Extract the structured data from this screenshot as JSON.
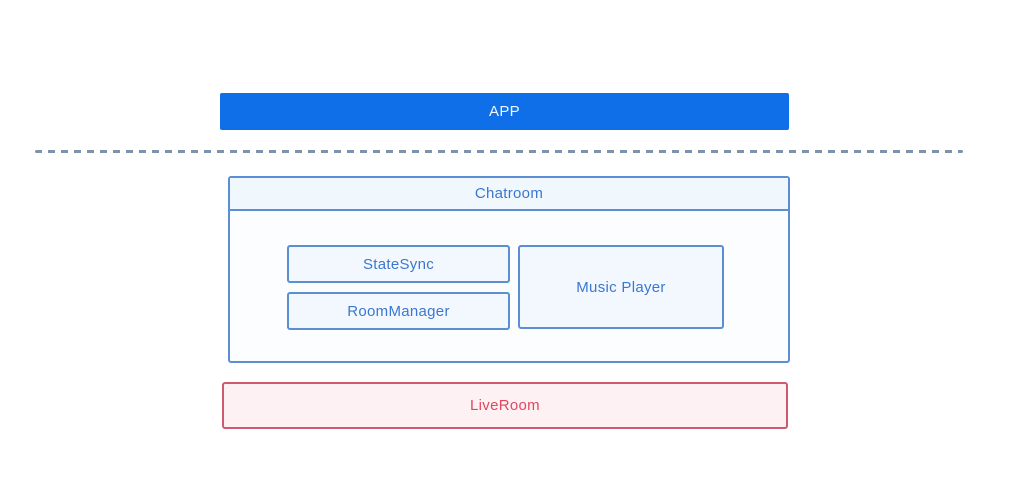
{
  "diagram": {
    "app": {
      "label": "APP"
    },
    "chatroom": {
      "label": "Chatroom",
      "children": [
        {
          "label": "StateSync"
        },
        {
          "label": "RoomManager"
        },
        {
          "label": "Music Player"
        }
      ]
    },
    "liveroom": {
      "label": "LiveRoom"
    },
    "colors": {
      "background": "#ffffff",
      "app_fill": "#0e6fe8",
      "app_text": "#f2f7ff",
      "blue_border": "#5b8ed2",
      "blue_text": "#3b77d1",
      "box_fill": "#f2f8fd",
      "chatroom_header_fill": "#f0f7fd",
      "separator_dash": "#7e93ab",
      "liveroom_border": "#cf5a6e",
      "liveroom_fill": "#fdf1f4",
      "liveroom_text": "#e0485f"
    }
  }
}
